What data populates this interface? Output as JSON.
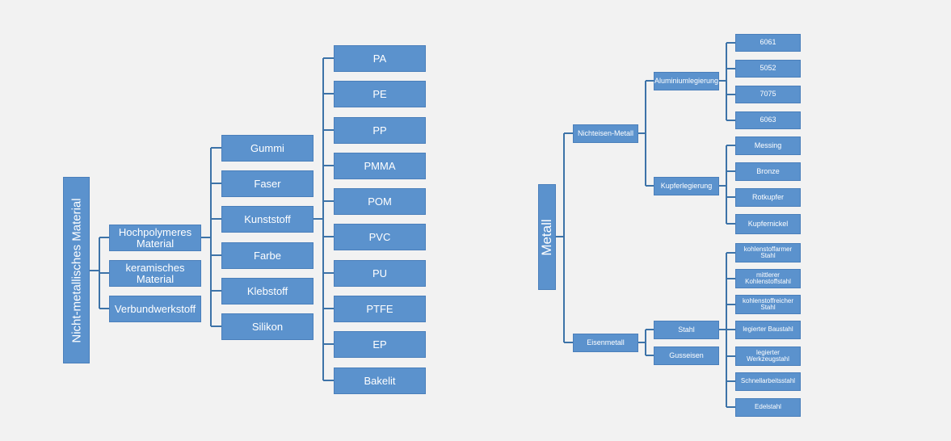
{
  "left": {
    "root": "Nicht-metallisches Material",
    "level1": [
      "Hochpolymeres\nMaterial",
      "keramisches\nMaterial",
      "Verbundwerkstoff"
    ],
    "level2": [
      "Gummi",
      "Faser",
      "Kunststoff",
      "Farbe",
      "Klebstoff",
      "Silikon"
    ],
    "level3": [
      "PA",
      "PE",
      "PP",
      "PMMA",
      "POM",
      "PVC",
      "PU",
      "PTFE",
      "EP",
      "Bakelit"
    ]
  },
  "right": {
    "root": "Metall",
    "nichteisen": "Nichteisen-Metall",
    "eisen": "Eisenmetall",
    "alu": "Aluminiumlegierung",
    "kupfer": "Kupferlegierung",
    "stahl": "Stahl",
    "guss": "Gusseisen",
    "alu_items": [
      "6061",
      "5052",
      "7075",
      "6063"
    ],
    "kupfer_items": [
      "Messing",
      "Bronze",
      "Rotkupfer",
      "Kupfernickel"
    ],
    "stahl_items": [
      "kohlenstoffarmer\nStahl",
      "mittlerer\nKohlenstoffstahl",
      "kohlenstoffreicher\nStahl",
      "legierter Baustahl",
      "legierter\nWerkzeugstahl",
      "Schnellarbeitsstahl",
      "Edelstahl"
    ]
  },
  "colors": {
    "box": "#5b92cd",
    "box_border": "#4a7fbb",
    "line": "#3d73a8",
    "text": "#ffffff",
    "background": "#f2f2f2"
  }
}
